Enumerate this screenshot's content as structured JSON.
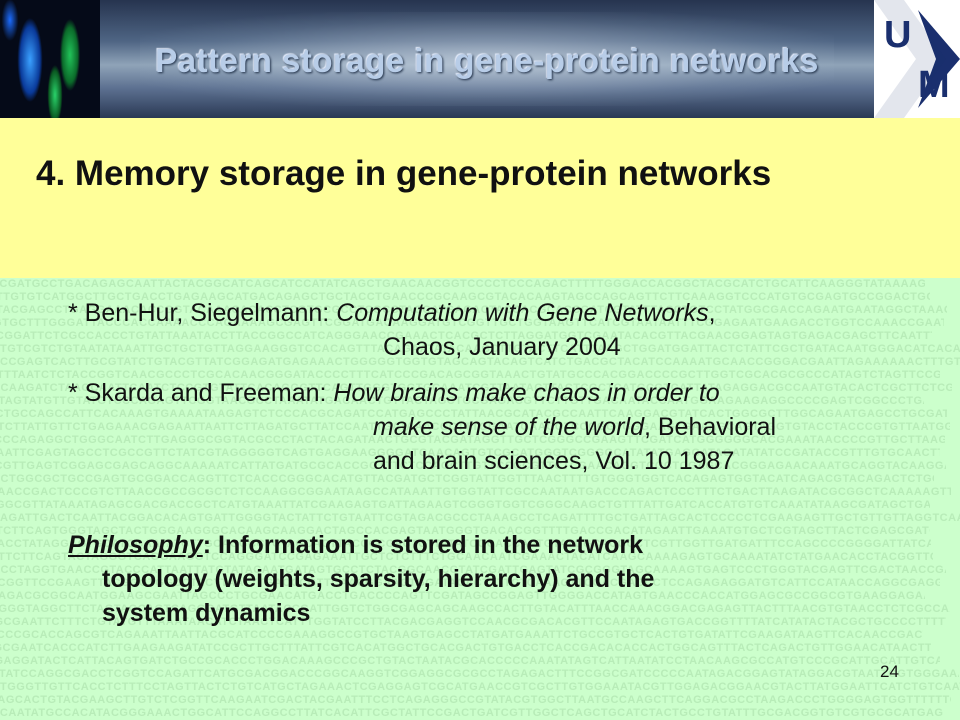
{
  "header": {
    "banner_title": "Pattern storage in gene-protein networks",
    "logo_letters": [
      "U",
      "M"
    ],
    "colors": {
      "logo_blue": "#1a2f6e",
      "title_bg": "#ffff99",
      "content_bg": "#ccffcc"
    }
  },
  "slide": {
    "title": "4. Memory storage in gene-protein networks",
    "references": [
      {
        "prefix": "* Ben-Hur, Siegelmann: ",
        "work": "Computation with Gene Networks",
        "after_work": ",",
        "continuation": "Chaos, January 2004"
      },
      {
        "prefix": "* Skarda and Freeman: ",
        "work_line1": "How brains make chaos in order to",
        "work_line2": "make sense of the world",
        "after_work": ", Behavioral",
        "continuation": "and brain sciences, Vol. 10 1987"
      }
    ],
    "philosophy": {
      "label": "Philosophy",
      "line1": ": Information is stored in the network",
      "line2": "topology (weights, sparsity, hierarchy) and the",
      "line3": "system dynamics"
    },
    "page_number": "24"
  }
}
